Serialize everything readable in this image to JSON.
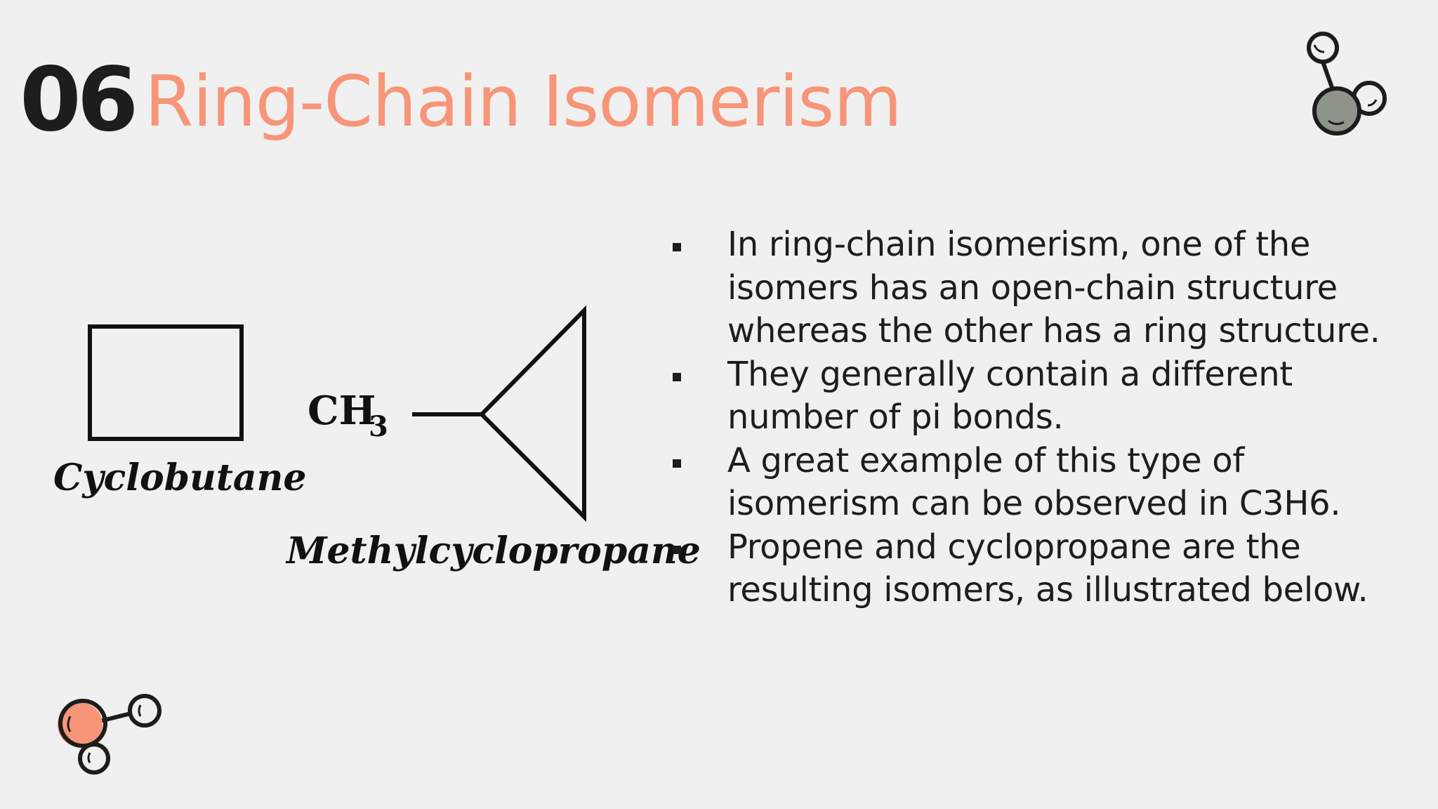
{
  "slide": {
    "number": "06",
    "title": "Ring-Chain Isomerism"
  },
  "diagram": {
    "cyclobutane_label": "Cyclobutane",
    "methyl_group_label": "CH",
    "methyl_group_subscript": "3",
    "methylcyclopropane_label": "Methylcyclopropane"
  },
  "bullets": [
    "In ring-chain isomerism, one of the isomers has an open-chain structure whereas the other has a ring structure.",
    "They generally contain a different number of pi bonds.",
    "A great example of this type of isomerism can be observed in C3H6.",
    "Propene and cyclopropane are the resulting isomers, as illustrated below."
  ],
  "decorations": {
    "top_molecule_icon": "molecule-icon",
    "bottom_molecule_icon": "molecule-icon",
    "accent_color": "#f79578",
    "grey_atom_color": "#8f948b",
    "text_color": "#1d1d1b",
    "background_color": "#f0f0f0"
  }
}
